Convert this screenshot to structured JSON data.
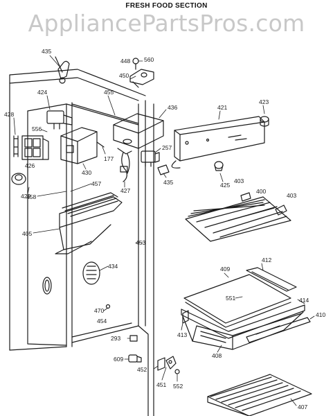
{
  "header": {
    "section_title": "FRESH FOOD SECTION",
    "watermark": "AppliancePartsPros.com"
  },
  "colors": {
    "ink": "#1a1a1a",
    "watermark": "#c8c8c8",
    "background": "#ffffff"
  },
  "part_labels": [
    "435",
    "448",
    "560",
    "450",
    "424",
    "455",
    "436",
    "421",
    "423",
    "428",
    "556",
    "257",
    "177",
    "426",
    "430",
    "427",
    "435",
    "425",
    "403",
    "400",
    "403",
    "429",
    "458",
    "457",
    "405",
    "453",
    "434",
    "412",
    "409",
    "551",
    "414",
    "410",
    "470",
    "454",
    "413",
    "293",
    "408",
    "609",
    "452",
    "451",
    "552",
    "407"
  ]
}
